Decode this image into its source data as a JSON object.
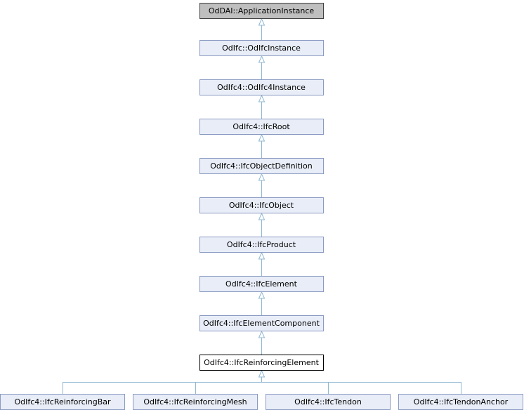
{
  "chain": [
    "OdDAI::ApplicationInstance",
    "OdIfc::OdIfcInstance",
    "OdIfc4::OdIfc4Instance",
    "OdIfc4::IfcRoot",
    "OdIfc4::IfcObjectDefinition",
    "OdIfc4::IfcObject",
    "OdIfc4::IfcProduct",
    "OdIfc4::IfcElement",
    "OdIfc4::IfcElementComponent",
    "OdIfc4::IfcReinforcingElement"
  ],
  "children": [
    "OdIfc4::IfcReinforcingBar",
    "OdIfc4::IfcReinforcingMesh",
    "OdIfc4::IfcTendon",
    "OdIfc4::IfcTendonAnchor"
  ],
  "colors": {
    "node_fill": "#e8edf7",
    "node_border": "#8a9ac2",
    "root_fill": "#bfbfbf",
    "edge": "#8fb7d3"
  }
}
